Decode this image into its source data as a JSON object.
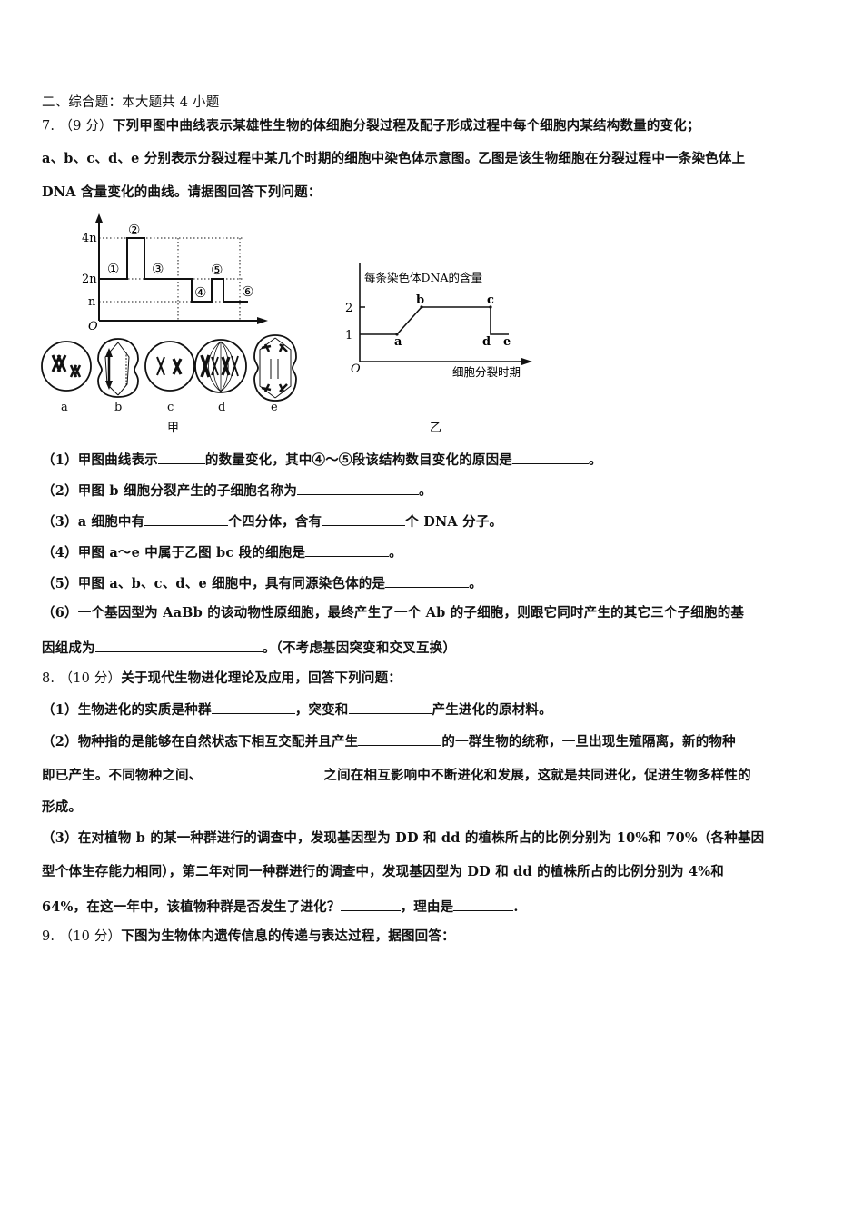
{
  "section_header": "二、综合题：本大题共 4 小题",
  "q7": {
    "number": "7.",
    "score": "（9 分）",
    "stem_line1": "下列甲图中曲线表示某雄性生物的体细胞分裂过程及配子形成过程中每个细胞内某结构数量的变化；",
    "stem_line2": "a、b、c、d、e 分别表示分裂过程中某几个时期的细胞中染色体示意图。乙图是该生物细胞在分裂过程中一条染色体上",
    "stem_line3": "DNA 含量变化的曲线。请据图回答下列问题：",
    "figure_jia": {
      "caption": "甲",
      "y_ticks": [
        "4n",
        "2n",
        "n"
      ],
      "origin": "O",
      "segment_labels": [
        "①",
        "②",
        "③",
        "④",
        "⑤",
        "⑥"
      ],
      "cell_labels": [
        "a",
        "b",
        "c",
        "d",
        "e"
      ]
    },
    "figure_yi": {
      "caption": "乙",
      "ylabel": "每条染色体DNA的含量",
      "xlabel": "细胞分裂时期",
      "origin": "O",
      "y_ticks": [
        "2",
        "1"
      ],
      "point_labels": [
        "a",
        "b",
        "c",
        "d",
        "e"
      ]
    },
    "sub1_a": "（1）甲图曲线表示",
    "sub1_b": "的数量变化，其中④～⑤段该结构数目变化的原因是",
    "sub1_c": "。",
    "sub2_a": "（2）甲图 b 细胞分裂产生的子细胞名称为",
    "sub2_b": "。",
    "sub3_a": "（3）a 细胞中有",
    "sub3_b": "个四分体，含有",
    "sub3_c": "个 DNA 分子。",
    "sub4_a": "（4）甲图 a～e 中属于乙图 bc 段的细胞是",
    "sub4_b": "。",
    "sub5_a": "（5）甲图 a、b、c、d、e 细胞中，具有同源染色体的是",
    "sub5_b": "。",
    "sub6_line1": "（6）一个基因型为 AaBb 的该动物性原细胞，最终产生了一个 Ab 的子细胞，则跟它同时产生的其它三个子细胞的基",
    "sub6_a": "因组成为",
    "sub6_b": "。（不考虑基因突变和交叉互换）"
  },
  "q8": {
    "number": "8.",
    "score": "（10 分）",
    "stem": "关于现代生物进化理论及应用，回答下列问题：",
    "sub1_a": "（1）生物进化的实质是种群",
    "sub1_b": "，突变和",
    "sub1_c": "产生进化的原材料。",
    "sub2_a": "（2）物种指的是能够在自然状态下相互交配并且产生",
    "sub2_b": "的一群生物的统称，一旦出现生殖隔离，新的物种",
    "sub2_c": "即已产生。不同物种之间、",
    "sub2_d": "之间在相互影响中不断进化和发展，这就是共同进化，促进生物多样性的",
    "sub2_e": "形成。",
    "sub3_line1": "（3）在对植物 b 的某一种群进行的调查中，发现基因型为 DD 和 dd 的植株所占的比例分别为 10%和 70%（各种基因",
    "sub3_line2": "型个体生存能力相同），第二年对同一种群进行的调查中，发现基因型为 DD 和 dd 的植株所占的比例分别为 4%和",
    "sub3_a": "64%，在这一年中，该植物种群是否发生了进化？",
    "sub3_b": "，理由是",
    "sub3_c": "."
  },
  "q9": {
    "number": "9.",
    "score": "（10 分）",
    "stem": "下图为生物体内遗传信息的传递与表达过程，据图回答："
  }
}
